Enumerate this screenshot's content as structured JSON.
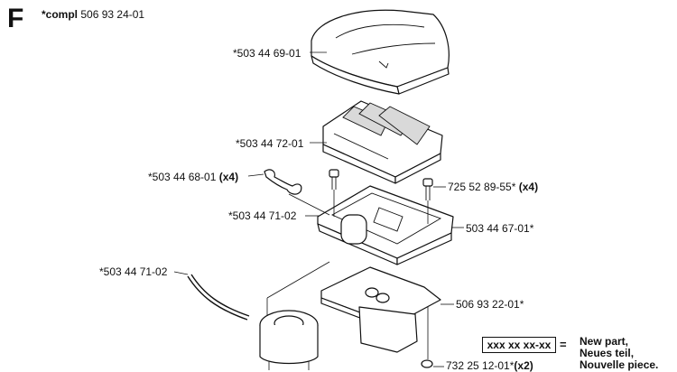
{
  "header": {
    "section_letter": "F",
    "compl_prefix": "*compl",
    "compl_number": "506 93 24-01"
  },
  "parts": [
    {
      "id": "cover",
      "label": "*503 44 69-01",
      "qty": ""
    },
    {
      "id": "filter",
      "label": "*503 44 72-01",
      "qty": ""
    },
    {
      "id": "grommet",
      "label": "*503 44 68-01",
      "qty": "(x4)"
    },
    {
      "id": "screw-top",
      "label": "725 52 89-55*",
      "qty": "(x4)"
    },
    {
      "id": "seal-ring",
      "label": "*503 44 71-02",
      "qty": ""
    },
    {
      "id": "holder",
      "label": "503 44 67-01*",
      "qty": ""
    },
    {
      "id": "strip",
      "label": "*503 44 71-02",
      "qty": ""
    },
    {
      "id": "bracket",
      "label": "506 93 22-01*",
      "qty": ""
    },
    {
      "id": "screw-bottom",
      "label": "732 25 12-01*",
      "qty": "(x2)"
    }
  ],
  "legend": {
    "code": "xxx xx xx-xx",
    "equals": "=",
    "line1": "New part,",
    "line2": "Neues teil,",
    "line3": "Nouvelle piece."
  }
}
